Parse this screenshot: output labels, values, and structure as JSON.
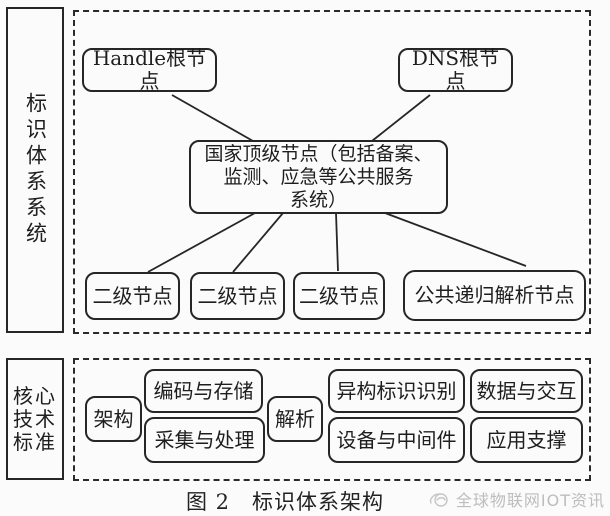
{
  "top_section": {
    "side_label": "标识体系系统",
    "nodes": {
      "handle_root": "Handle根节点",
      "dns_root": "DNS根节点",
      "national_top": {
        "lines": [
          "国家顶级节点（包括备案、",
          "监测、应急等公共服务",
          "系统）"
        ]
      },
      "secondary": [
        "二级节点",
        "二级节点",
        "二级节点"
      ],
      "public_recursive": "公共递归解析节点"
    }
  },
  "bottom_section": {
    "side_label_lines": [
      "核心",
      "技术",
      "标准"
    ],
    "nodes": {
      "architecture": "架构",
      "encoding_storage": "编码与存储",
      "collection_processing": "采集与处理",
      "resolution": "解析",
      "heterogeneous_id_recognition": "异构标识识别",
      "device_middleware": "设备与中间件",
      "data_interaction": "数据与交互",
      "application_support": "应用支撑"
    }
  },
  "caption": "图 2　标识体系架构",
  "watermark": {
    "text": "全球物联网IOT资讯"
  },
  "colors": {
    "ink": "#262626",
    "background": "#fbfbfb",
    "watermark_gray": "#bdbdbd"
  }
}
